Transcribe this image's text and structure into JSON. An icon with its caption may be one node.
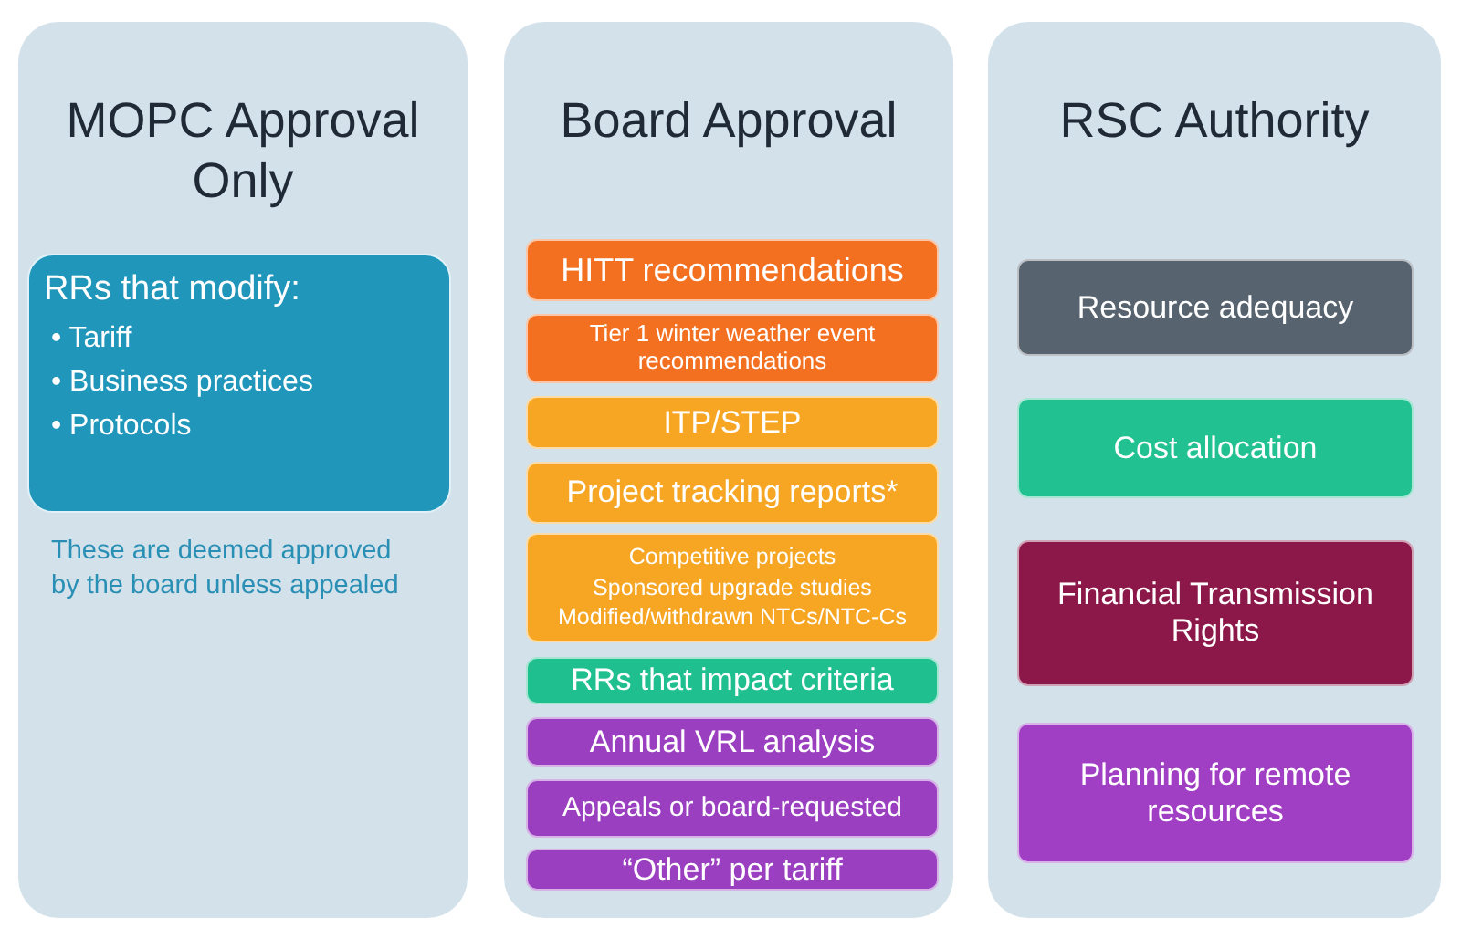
{
  "diagram": {
    "nodes": [
      {
        "text": [
          "MOPC Approval Only",
          "These are deemed approved by the board unless appealed"
        ]
      },
      {
        "text": [
          "RRs that modify:",
          "• Tariff",
          "• Business practices",
          "• Protocols"
        ],
        "in": 0
      },
      {
        "text": [
          "Board Approval"
        ]
      },
      {
        "text": [
          "HITT recommendations"
        ],
        "in": 2
      },
      {
        "text": [
          "Tier 1 winter weather event recommendations"
        ],
        "in": 2
      },
      {
        "text": [
          "ITP/STEP"
        ],
        "in": 2
      },
      {
        "text": [
          "Project tracking reports*"
        ],
        "in": 2
      },
      {
        "text": [
          "Competitive projects",
          "Sponsored upgrade studies",
          "Modified/withdrawn NTCs/NTC-Cs"
        ],
        "in": 2
      },
      {
        "text": [
          "RRs that impact criteria"
        ],
        "in": 2
      },
      {
        "text": [
          "Annual VRL analysis"
        ],
        "in": 2
      },
      {
        "text": [
          "Appeals or board-requested"
        ],
        "in": 2
      },
      {
        "text": [
          "“Other” per tariff"
        ],
        "in": 2
      },
      {
        "text": [
          "RSC Authority"
        ]
      },
      {
        "text": [
          "Resource adequacy"
        ],
        "in": 12
      },
      {
        "text": [
          "Cost allocation"
        ],
        "in": 12
      },
      {
        "text": [
          "Financial Transmission Rights"
        ],
        "in": 12
      },
      {
        "text": [
          "Planning for remote resources"
        ],
        "in": 12
      }
    ],
    "edges": []
  }
}
